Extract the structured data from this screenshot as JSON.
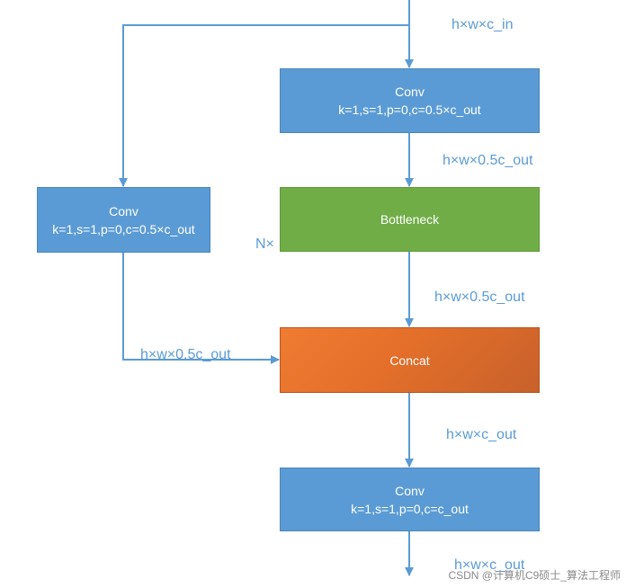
{
  "diagram": {
    "nodes": {
      "conv_top": {
        "title": "Conv",
        "params": "k=1,s=1,p=0,c=0.5×c_out"
      },
      "conv_left": {
        "title": "Conv",
        "params": "k=1,s=1,p=0,c=0.5×c_out"
      },
      "bottleneck": {
        "title": "Bottleneck",
        "repeat": "N×"
      },
      "concat": {
        "title": "Concat"
      },
      "conv_bottom": {
        "title": "Conv",
        "params": "k=1,s=1,p=0,c=c_out"
      }
    },
    "edge_labels": {
      "input": "h×w×c_in",
      "after_conv_top": "h×w×0.5c_out",
      "after_bottleneck": "h×w×0.5c_out",
      "left_branch": "h×w×0.5c_out",
      "after_concat": "h×w×c_out",
      "output": "h×w×c_out"
    },
    "colors": {
      "conv": "#5b9bd5",
      "bottleneck": "#70ad47",
      "concat": "#ed7d31",
      "arrow": "#5b9bd5",
      "label": "#5b9bd5"
    }
  },
  "watermark": "CSDN @计算机C9硕士_算法工程师"
}
